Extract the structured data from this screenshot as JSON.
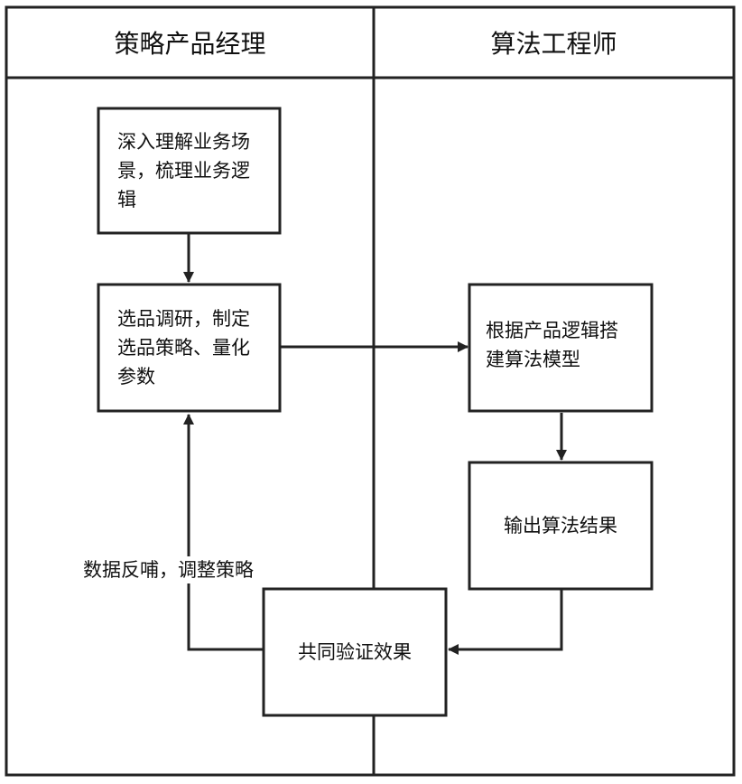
{
  "lanes": [
    {
      "title": "策略产品经理"
    },
    {
      "title": "算法工程师"
    }
  ],
  "nodes": {
    "understand_business": "深入理解业务场景，梳理业务逻辑",
    "product_research": "选品调研，制定选品策略、量化参数",
    "build_model": "根据产品逻辑搭建算法模型",
    "output_results": "输出算法结果",
    "verify_effect": "共同验证效果"
  },
  "edge_labels": {
    "feedback": "数据反哺，调整策略"
  }
}
